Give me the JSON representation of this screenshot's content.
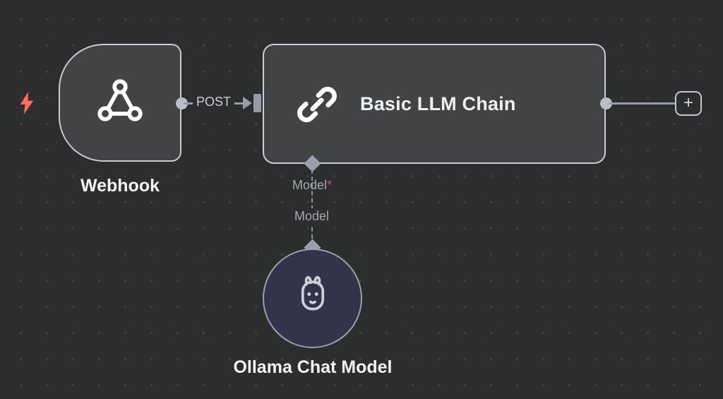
{
  "canvas": {
    "background": "#2c2d2d",
    "dot_color": "#404141"
  },
  "trigger_indicator": {
    "icon": "lightning-bolt-icon",
    "color": "#ff6d5a"
  },
  "nodes": {
    "webhook": {
      "label": "Webhook",
      "icon": "webhook-icon",
      "type": "trigger"
    },
    "llm_chain": {
      "title": "Basic LLM Chain",
      "icon": "chain-icon"
    },
    "ollama": {
      "label": "Ollama Chat Model",
      "icon": "llama-icon"
    }
  },
  "connections": {
    "webhook_to_llm": {
      "label": "POST"
    },
    "llm_model_port": {
      "label": "Model",
      "required_marker": "*",
      "required_color": "#e0504f"
    },
    "ollama_to_llm": {
      "label": "Model"
    }
  },
  "controls": {
    "add_node_label": "+"
  },
  "colors": {
    "node_fill": "#414345",
    "node_border": "#c7ccd6",
    "connector": "#979ca6",
    "ollama_fill": "#333349",
    "label_text": "#f2f4f6",
    "muted_text": "#a3a8b2"
  }
}
